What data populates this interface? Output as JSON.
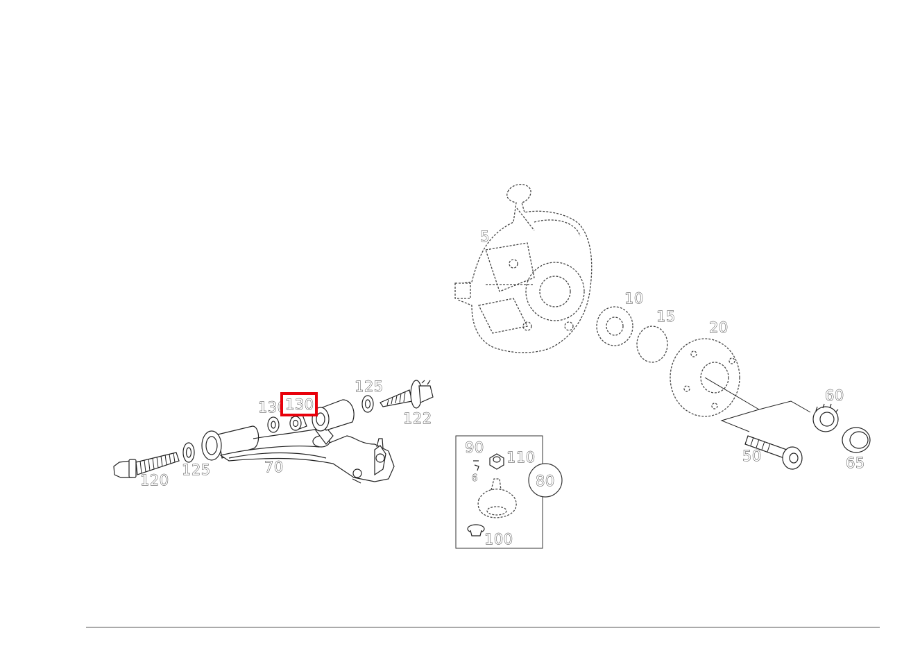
{
  "highlight_color": "#e8000b",
  "callouts": {
    "c5": "5",
    "c10": "10",
    "c15": "15",
    "c20": "20",
    "c50": "50",
    "c60": "60",
    "c65": "65",
    "c70": "70",
    "c80": "80",
    "c90": "90",
    "c100": "100",
    "c110": "110",
    "c120": "120",
    "c122": "122",
    "c125a": "125",
    "c125b": "125",
    "c130a": "130",
    "c130b": "130",
    "c6": "6"
  }
}
